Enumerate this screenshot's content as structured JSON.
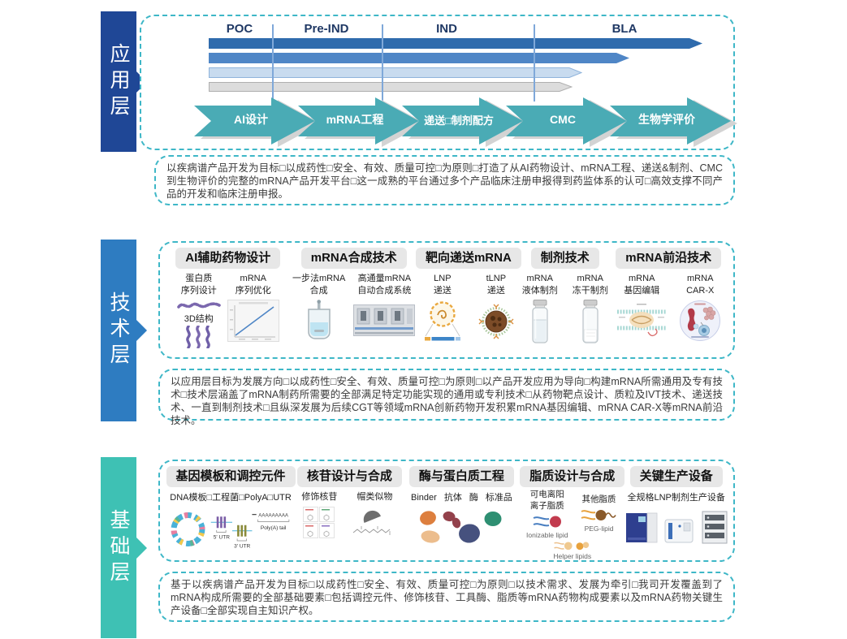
{
  "colors": {
    "app_banner": "#1F4796",
    "tech_banner": "#2E7CC1",
    "base_banner": "#3EC1B4",
    "dashed_border": "#3EB7C7",
    "chevron": "#4AABB5",
    "phase_label": "#1F3864",
    "bar1": "#2F6BAD",
    "bar2": "#4F86C6",
    "bar3": "#C8DBEF",
    "bar4": "#DCDCDC",
    "pill_bg": "#E7E7E7"
  },
  "app_layer": {
    "banner": "应用层",
    "phases": [
      "POC",
      "Pre-IND",
      "IND",
      "BLA"
    ],
    "steps": [
      "AI设计",
      "mRNA工程",
      "递送□制剂配方",
      "CMC",
      "生物学评价"
    ],
    "description": "以疾病谱产品开发为目标□以成药性□安全、有效、质量可控□为原则□打造了从AI药物设计、mRNA工程、递送&制剂、CMC到生物评价的完整的mRNA产品开发平台□这一成熟的平台通过多个产品临床注册申报得到药监体系的认可□高效支撑不同产品的开发和临床注册申报。"
  },
  "tech_layer": {
    "banner": "技术层",
    "groups": [
      {
        "title": "AI辅助药物设计",
        "items": [
          {
            "label": "蛋白质\n序列设计",
            "icon": "protein-sequence-icon"
          },
          {
            "label": "3D结构",
            "icon": "protein-3d-structure-icon"
          },
          {
            "label": "mRNA\n序列优化",
            "icon": "sequence-optimization-plot-icon"
          }
        ]
      },
      {
        "title": "mRNA合成技术",
        "items": [
          {
            "label": "一步法mRNA\n合成",
            "icon": "bioreactor-icon"
          },
          {
            "label": "高通量mRNA\n自动合成系统",
            "icon": "synthesis-system-icon"
          }
        ]
      },
      {
        "title": "靶向递送mRNA",
        "items": [
          {
            "label": "LNP\n递送",
            "icon": "lnp-icon"
          },
          {
            "label": "tLNP\n递送",
            "icon": "tlnp-icon"
          }
        ]
      },
      {
        "title": "制剂技术",
        "items": [
          {
            "label": "mRNA\n液体制剂",
            "icon": "liquid-vial-icon"
          },
          {
            "label": "mRNA\n冻干制剂",
            "icon": "lyophilized-vial-icon"
          }
        ]
      },
      {
        "title": "mRNA前沿技术",
        "items": [
          {
            "label": "mRNA\n基因编辑",
            "icon": "gene-editing-icon"
          },
          {
            "label": "mRNA\nCAR-X",
            "icon": "car-x-icon"
          }
        ]
      }
    ],
    "description": "以应用层目标为发展方向□以成药性□安全、有效、质量可控□为原则□以产品开发应用为导向□构建mRNA所需通用及专有技术□技术层涵盖了mRNA制药所需要的全部满足特定功能实现的通用或专利技术□从药物靶点设计、质粒及IVT技术、递送技术、一直到制剂技术□且纵深发展为后续CGT等领域mRNA创新药物开发积累mRNA基因编辑、mRNA CAR-X等mRNA前沿技术。"
  },
  "base_layer": {
    "banner": "基础层",
    "groups": [
      {
        "title": "基因模板和调控元件",
        "subtitle": "DNA模板□工程菌□PolyA□UTR",
        "labels": {
          "utr5": "5' UTR",
          "utr3": "3' UTR",
          "polya_seq": "AAAAAAAAA",
          "polya": "Poly(A) tail"
        }
      },
      {
        "title": "核苷设计与合成",
        "items": [
          {
            "label": "修饰核苷"
          },
          {
            "label": "帽类似物"
          }
        ]
      },
      {
        "title": "酶与蛋白质工程",
        "item_labels": [
          "Binder",
          "抗体",
          "酶",
          "标准品"
        ]
      },
      {
        "title": "脂质设计与合成",
        "items": [
          {
            "label": "可电离阳\n离子脂质",
            "caption": "Ionizable lipid"
          },
          {
            "label": "其他脂质",
            "caption": "PEG-lipid"
          }
        ],
        "helper_caption": "Helper lipids"
      },
      {
        "title": "关键生产设备",
        "subtitle": "全规格LNP制剂生产设备"
      }
    ],
    "description": "基于以疾病谱产品开发为目标□以成药性□安全、有效、质量可控□为原则□以技术需求、发展为牵引□我司开发覆盖到了mRNA构成所需要的全部基础要素□包括调控元件、修饰核苷、工具酶、脂质等mRNA药物构成要素以及mRNA药物关键生产设备□全部实现自主知识产权。"
  }
}
